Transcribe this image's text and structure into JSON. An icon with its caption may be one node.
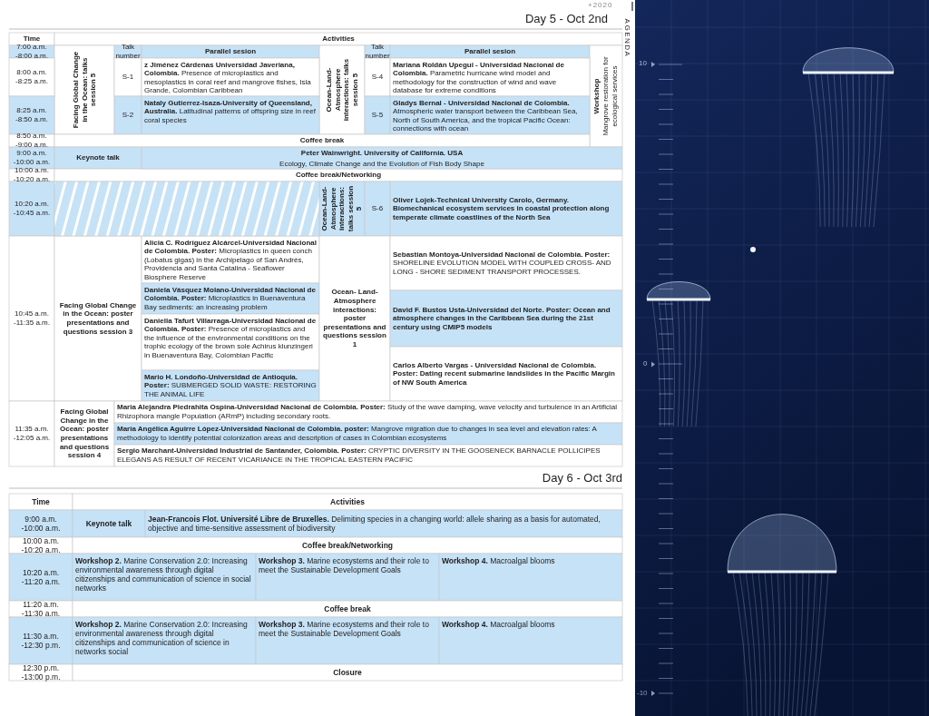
{
  "diagram": {
    "labels": [
      "+2020",
      "AGENDA",
      "Day 5 - Oct 2nd",
      "Time",
      "Activities",
      "7:00 a.m. -8:00 a.m.",
      "Facing Global Change in the Ocean: talks session 5",
      "Talk number",
      "Parallel sesion",
      "Ocean-Land-Atmosphere interactions: talks session 5",
      "Talk number",
      "Parallel sesion",
      "Workshop",
      "Mangrove restoration for ecological services",
      "8:00 a.m. -8:25 a.m.",
      "S-1",
      "**z Jiménez Cárdenas Universidad Javeriana, Colombia.** Presence of microplastics and mesoplastics in coral reef and mangrove fishes, Isla Grande, Colombian Caribbean",
      "S-4",
      "**Mariana Roldán Upegui - Universidad Nacional de Colombia.** Parametric hurricane wind model and methodology for the construction of wind and wave database for extreme conditions",
      "8:25 a.m. -8:50 a.m.",
      "S-2",
      "**Nataly Gutierrez-Isaza-University of Queensland, Australia.** Latitudinal patterns of offspring size in reef coral species",
      "S-5",
      "**Gladys Bernal - Universidad Nacional de Colombia.** Atmospheric water transport between the Caribbean Sea, North of South America, and the tropical Pacific Ocean: connections with ocean",
      "8:50 a.m. -9:00 a.m.",
      "Coffee break",
      "9:00 a.m. -10:00 a.m.",
      "Keynote talk",
      "Peter Wainwright. University of California. USA",
      "Ecology, Climate Change and the Evolution of Fish Body Shape",
      "10:00 a.m. -10:20 a.m.",
      "Coffee break/Networking",
      "10:20 a.m. -10:45 a.m.",
      "Ocean-Land-Atmosphere interactions: talks session 5",
      "S-6",
      "Oliver Lojek-Technical University Carolo, Germany. Biomechanical ecosystem services in coastal protection along temperate climate coastlines of the North Sea",
      "10:45 a.m. -11:35 a.m.",
      "Facing Global Change in the Ocean: poster presentations and questions session 3",
      "**Alicia C. Rodríguez Alcárcel-Universidad Nacional de Colombia. Poster:** Microplastics in queen conch (Lobatus gigas) in the Archipelago of San Andrés, Providencia and Santa Catalina - Seaflower Biosphere Reserve",
      "**Daniela Vásquez Molano-Universidad Nacional de Colombia. Poster:** Microplastics in Buenaventura Bay sediments: an increasing problem",
      "**Daniella Tafurt Villarraga-Universidad Nacional de Colombia. Poster:** Presence of microplastics and the influence of the environmental conditions on the trophic ecology of the brown sole Achirus klunzingeri in Buenaventura Bay, Colombian Pacific",
      "**Mario H. Londoño-Universidad de Antioquia. Poster:** SUBMERGED SOLID WASTE: RESTORING THE ANIMAL LIFE",
      "Ocean- Land- Atmosphere interactions: poster presentations and questions session 1",
      "**Sebastian Montoya-Universidad Nacional de Colombia. Poster:** SHORELINE EVOLUTION MODEL WITH COUPLED CROSS- AND LONG - SHORE SEDIMENT TRANSPORT PROCESSES.",
      "David F. Bustos Usta-Universidad del Norte. Poster: Ocean and atmosphere changes in the Caribbean Sea during the 21st century using CMIP5 models",
      "Carlos Alberto Vargas - Universidad Nacional de Colombia. Poster: Dating recent submarine landslides in the Pacific Margin of NW South America",
      "11:35 a.m. -12:05 a.m.",
      "Facing Global Change in the Ocean: poster presentations and questions session 4",
      "**Maria Alejandra Piedrahita Ospina-Universidad Nacional de Colombia. Poster:** Study of the wave damping, wave velocity and turbulence in an Artificial Rhizophora mangle Population (ARmP) including secondary roots.",
      "**Maria Angélica Aguirre López-Universidad Nacional de Colombia. poster:** Mangrove migration due to changes in sea level and elevation rates: A methodology to identify potential colonization areas and description of cases in Colombian ecosystems",
      "**Sergio Marchant-Universidad Industrial de Santander, Colombia. Poster:** CRYPTIC DIVERSITY IN THE GOOSENECK BARNACLE POLLICIPES ELEGANS AS RESULT OF RECENT VICARIANCE IN THE TROPICAL EASTERN PACIFIC",
      "Day 6 - Oct 3rd",
      "Time",
      "Activities",
      "9:00 a.m. -10:00 a.m.",
      "Keynote talk",
      "**Jean-Francois Flot. Université Libre de Bruxelles.** Delimiting species in a changing world: allele sharing as a basis for automated, objective and time-sensitive assessment of biodiversity",
      "10:00 a.m. -10:20 a.m.",
      "Coffee break/Networking",
      "10:20 a.m. -11:20 a.m.",
      "**Workshop 2.** Marine Conservation 2.0: Increasing environmental awareness through digital citizenships and communication of science in social networks",
      "**Workshop 3.** Marine ecosystems and their role to meet the Sustainable Development Goals",
      "**Workshop 4.** Macroalgal blooms",
      "11:20 a.m. -11:30 a.m.",
      "Coffee break",
      "11:30 a.m. -12:30 p.m.",
      "**Workshop 2.** Marine Conservation 2.0: Increasing environmental awareness through digital citizenships and communication of science in networks social",
      "**Workshop 3.** Marine ecosystems and their role to meet the Sustainable Development Goals",
      "**Workshop 4.** Macroalgal blooms",
      "12:30 p.m. -13:00 p.m.",
      "Closure",
      "10",
      "0",
      "-10"
    ]
  }
}
